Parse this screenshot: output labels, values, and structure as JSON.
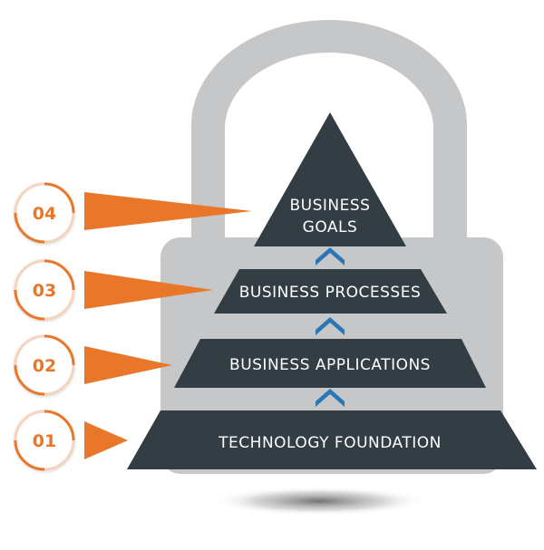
{
  "diagram": {
    "levels": [
      {
        "number": "04",
        "label_lines": [
          "BUSINESS",
          "GOALS"
        ]
      },
      {
        "number": "03",
        "label_lines": [
          "BUSINESS PROCESSES"
        ]
      },
      {
        "number": "02",
        "label_lines": [
          "BUSINESS APPLICATIONS"
        ]
      },
      {
        "number": "01",
        "label_lines": [
          "TECHNOLOGY FOUNDATION"
        ]
      }
    ],
    "colors": {
      "lock": "#c6c7c9",
      "tier": "#333d44",
      "accent": "#e8772a",
      "chevron": "#2a77b6",
      "ring_soft": "#f6d3bd"
    }
  }
}
